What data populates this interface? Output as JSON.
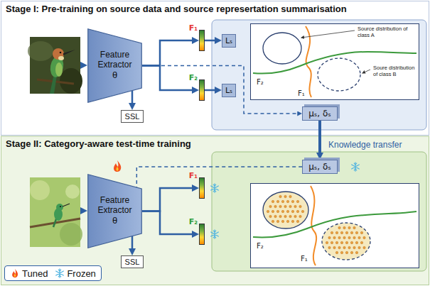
{
  "diagram": {
    "nodes": [
      {
        "text": [
          "Stage I: Pre-training on source data and source represertation summarisation"
        ]
      },
      {
        "text": [
          "Feature Extractor",
          "θ"
        ],
        "in": 0
      },
      {
        "text": [
          "SSL"
        ],
        "in": 0
      },
      {
        "text": [
          "F₁"
        ],
        "in": 0
      },
      {
        "text": [
          "Lₛ"
        ],
        "in": 0
      },
      {
        "text": [
          "F₂"
        ],
        "in": 0
      },
      {
        "text": [
          "Lₛ"
        ],
        "in": 0
      },
      {
        "text": [
          "Source distribution of class A",
          "Soure distribution of class B",
          "F₁",
          "F₂"
        ],
        "in": 0
      },
      {
        "text": [
          "μₛ, δₛ"
        ],
        "in": 0
      },
      {
        "text": [
          "Stage II: Category-aware test-time training"
        ]
      },
      {
        "text": [
          "Feature Extractor",
          "θ"
        ],
        "in": 9
      },
      {
        "text": [
          "SSL"
        ],
        "in": 9
      },
      {
        "text": [
          "F₁"
        ],
        "in": 9
      },
      {
        "text": [
          "F₂"
        ],
        "in": 9
      },
      {
        "text": [
          "μₛ, δₛ"
        ],
        "in": 9
      },
      {
        "text": [
          "F₁",
          "F₂"
        ],
        "in": 9
      }
    ],
    "edges": [
      {
        "from": 1,
        "to": 3,
        "arrow": "to"
      },
      {
        "from": 1,
        "to": 5,
        "arrow": "to"
      },
      {
        "from": 1,
        "to": 2,
        "arrow": "to"
      },
      {
        "from": 1,
        "to": 8,
        "arrow": "to"
      },
      {
        "from": 3,
        "to": 4,
        "arrow": "to"
      },
      {
        "from": 5,
        "to": 6,
        "arrow": "to"
      },
      {
        "from": 8,
        "to": 14,
        "label": "Knowledge transfer",
        "arrow": "to"
      },
      {
        "from": 10,
        "to": 12,
        "arrow": "to"
      },
      {
        "from": 10,
        "to": 13,
        "arrow": "to"
      },
      {
        "from": 10,
        "to": 11,
        "arrow": "to"
      },
      {
        "from": 14,
        "to": 10,
        "arrow": "none"
      }
    ],
    "legend": [
      {
        "text": "Tuned"
      },
      {
        "text": "Frozen"
      }
    ]
  }
}
